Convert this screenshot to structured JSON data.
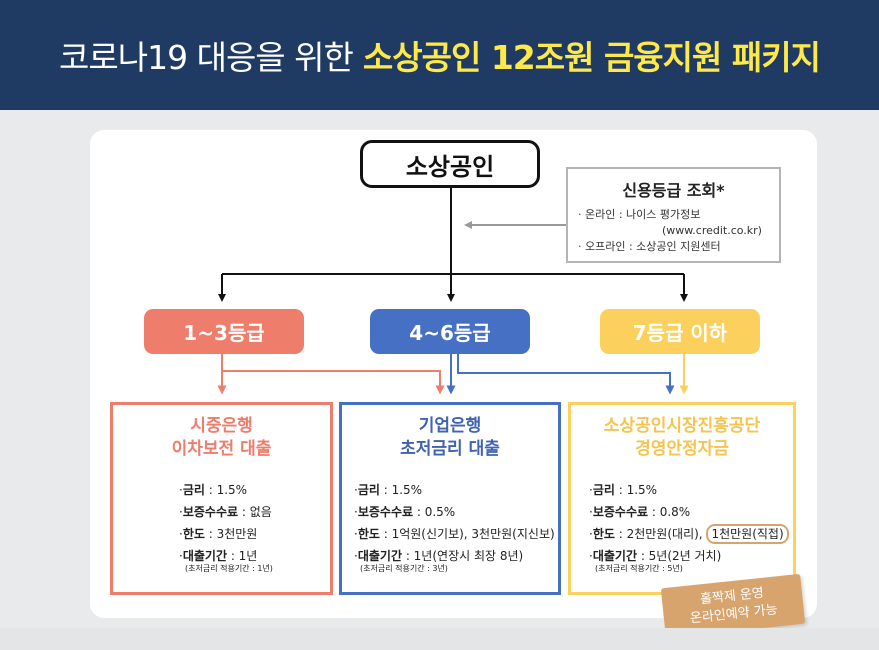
{
  "header": {
    "title_prefix": "코로나19 대응을 위한",
    "title_highlight": "소상공인 12조원 금융지원 패키지"
  },
  "root": {
    "label": "소상공인"
  },
  "credit": {
    "title": "신용등급 조회*",
    "online_prefix": "· 온라인 : 나이스 평가정보",
    "online_url": "(www.credit.co.kr)",
    "offline": "· 오프라인 : 소상공인 지원센터"
  },
  "grades": [
    {
      "label": "1~3등급"
    },
    {
      "label": "4~6등급"
    },
    {
      "label": "7등급 이하"
    }
  ],
  "loans": [
    {
      "title1": "시중은행",
      "title2": "이차보전 대출",
      "items": [
        {
          "k": "금리",
          "v": "1.5%"
        },
        {
          "k": "보증수수료",
          "v": "없음"
        },
        {
          "k": "한도",
          "v": "3천만원"
        },
        {
          "k": "대출기간",
          "v": "1년"
        }
      ],
      "note": "(초저금리 적용기간 : 1년)"
    },
    {
      "title1": "기업은행",
      "title2": "초저금리 대출",
      "items": [
        {
          "k": "금리",
          "v": "1.5%"
        },
        {
          "k": "보증수수료",
          "v": "0.5%"
        },
        {
          "k": "한도",
          "v": "1억원(신기보), 3천만원(지신보)"
        },
        {
          "k": "대출기간",
          "v": "1년(연장시 최장 8년)"
        }
      ],
      "note": "(초저금리 적용기간 : 3년)"
    },
    {
      "title1": "소상공인시장진흥공단",
      "title2": "경영안정자금",
      "items": [
        {
          "k": "금리",
          "v": "1.5%"
        },
        {
          "k": "보증수수료",
          "v": "0.8%"
        },
        {
          "k": "한도",
          "v": "2천만원(대리),",
          "circled": "1천만원(직접)"
        },
        {
          "k": "대출기간",
          "v": "5년(2년 거치)"
        }
      ],
      "note": "(초저금리 적용기간 : 5년)"
    }
  ],
  "tag": {
    "line1": "홀짝제 운영",
    "line2": "온라인예약 가능"
  },
  "colors": {
    "banner": "#1f3a63",
    "highlight": "#ffe94a",
    "coral": "#ef7d6b",
    "blue": "#4670c4",
    "yellow": "#fbd05c",
    "tag": "#d8a46e"
  }
}
